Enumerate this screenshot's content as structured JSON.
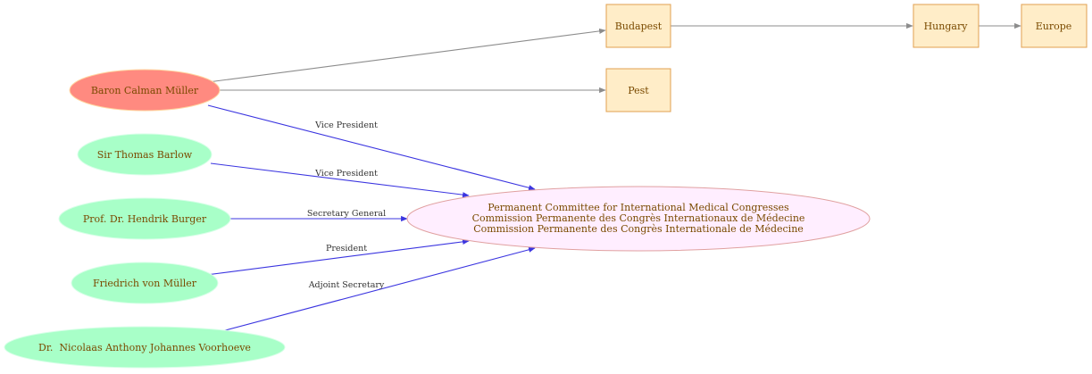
{
  "colors": {
    "person_main_fill": "#ff8a80",
    "person_fill": "#a8ffc8",
    "org_fill": "#ffeeff",
    "org_stroke": "#e0a0a0",
    "place_fill": "#ffedc8",
    "place_stroke": "#e0a050",
    "role_edge": "#3b35e0",
    "place_edge": "#8c8c8c"
  },
  "nodes": {
    "muller_calman": "Baron Calman Müller",
    "barlow": "Sir Thomas Barlow",
    "burger": "Prof. Dr. Hendrik Burger",
    "muller_friedrich": "Friedrich von Müller",
    "voorhoeve": "Dr.  Nicolaas Anthony Johannes Voorhoeve",
    "committee": [
      "Permanent Committee for International Medical Congresses",
      "Commission Permanente des Congrès Internationaux de Médecine",
      "Commission Permanente des Congrès Internationale de Médecine"
    ],
    "budapest": "Budapest",
    "pest": "Pest",
    "hungary": "Hungary",
    "europe": "Europe"
  },
  "edges": {
    "calman_role": "Vice President",
    "barlow_role": "Vice President",
    "burger_role": "Secretary General",
    "friedrich_role": "President",
    "voorhoeve_role": "Adjoint Secretary"
  }
}
